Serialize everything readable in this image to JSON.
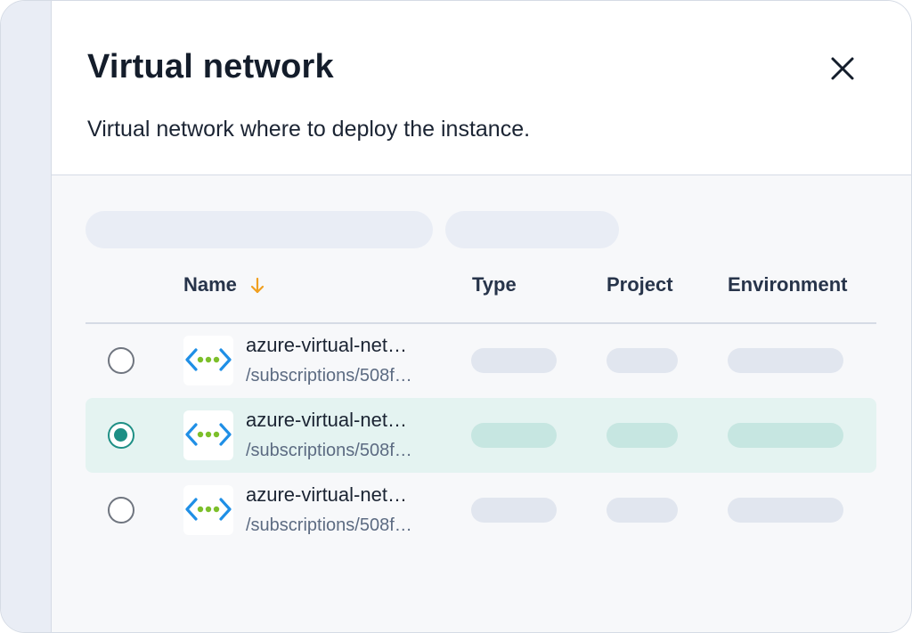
{
  "dialog": {
    "title": "Virtual network",
    "subtitle": "Virtual network where to deploy the instance."
  },
  "table": {
    "columns": {
      "name": "Name",
      "type": "Type",
      "project": "Project",
      "environment": "Environment"
    },
    "sort": {
      "column": "Name",
      "direction": "descending",
      "icon": "arrow-down-icon"
    },
    "rows": [
      {
        "name": "azure-virtual-net…",
        "path": "/subscriptions/508f…",
        "selected": false
      },
      {
        "name": "azure-virtual-net…",
        "path": "/subscriptions/508f…",
        "selected": true
      },
      {
        "name": "azure-virtual-net…",
        "path": "/subscriptions/508f…",
        "selected": false
      }
    ]
  },
  "colors": {
    "accent": "#1e8f85",
    "sort_arrow": "#f0a020",
    "selected_row": "#e4f3f1",
    "icon_brackets": "#1f8fe6",
    "icon_dots": "#7cbf2a"
  },
  "icons": [
    "close-icon",
    "arrow-down-icon",
    "azure-virtual-network-icon"
  ]
}
